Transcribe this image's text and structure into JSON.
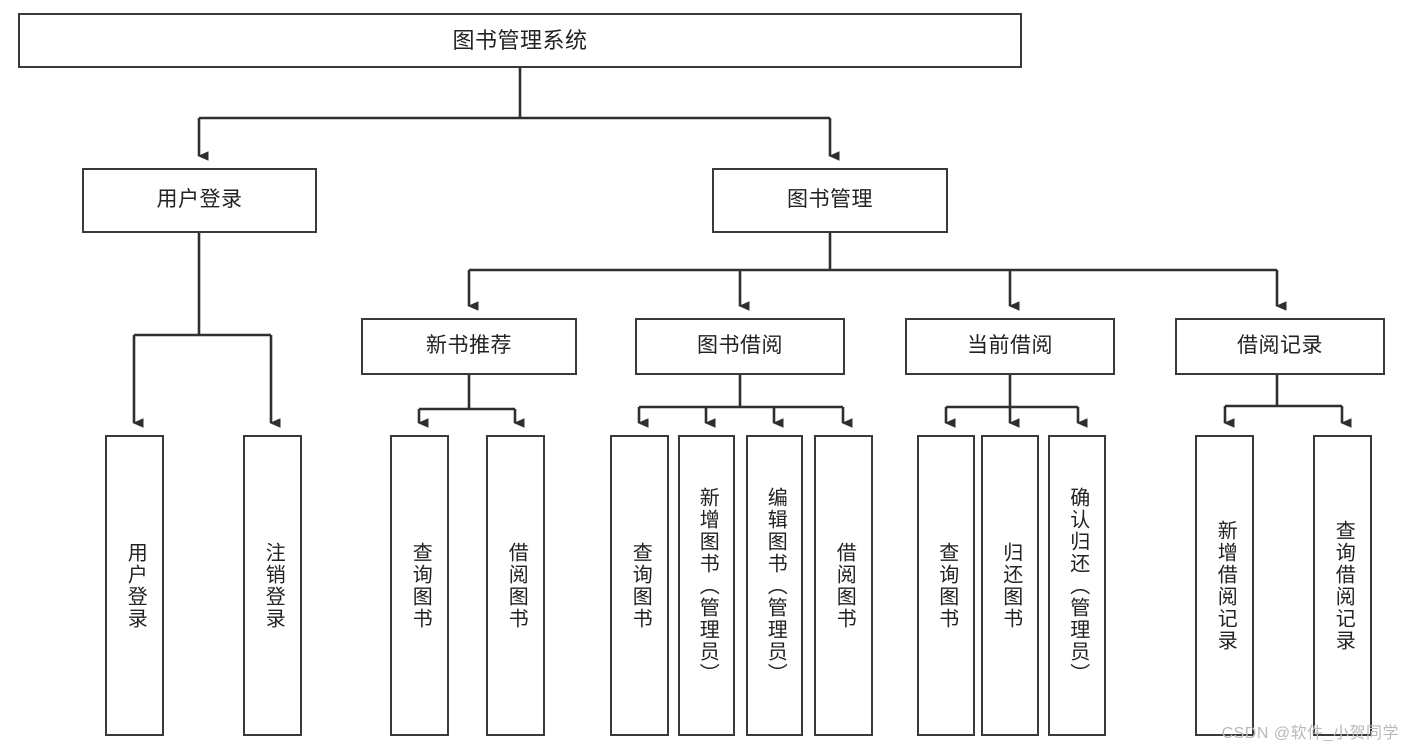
{
  "diagram": {
    "type": "tree-hierarchy-diagram",
    "root": {
      "id": "root",
      "label": "图书管理系统"
    },
    "level2": [
      {
        "id": "user-login",
        "label": "用户登录"
      },
      {
        "id": "book-management",
        "label": "图书管理"
      }
    ],
    "level3": [
      {
        "id": "new-book-recommend",
        "label": "新书推荐"
      },
      {
        "id": "book-borrow",
        "label": "图书借阅"
      },
      {
        "id": "current-borrow",
        "label": "当前借阅"
      },
      {
        "id": "borrow-record",
        "label": "借阅记录"
      }
    ],
    "leaves": {
      "user_login": [
        {
          "id": "leaf-user-login",
          "label": "用户登录"
        },
        {
          "id": "leaf-logout",
          "label": "注销登录"
        }
      ],
      "new_book_recommend": [
        {
          "id": "leaf-query-book-1",
          "label": "查询图书"
        },
        {
          "id": "leaf-borrow-book-1",
          "label": "借阅图书"
        }
      ],
      "book_borrow": [
        {
          "id": "leaf-query-book-2",
          "label": "查询图书"
        },
        {
          "id": "leaf-add-book",
          "label": "新增图书（管理员）"
        },
        {
          "id": "leaf-edit-book",
          "label": "编辑图书（管理员）"
        },
        {
          "id": "leaf-borrow-book-2",
          "label": "借阅图书"
        }
      ],
      "current_borrow": [
        {
          "id": "leaf-query-book-3",
          "label": "查询图书"
        },
        {
          "id": "leaf-return-book",
          "label": "归还图书"
        },
        {
          "id": "leaf-confirm-return",
          "label": "确认归还（管理员）"
        }
      ],
      "borrow_record": [
        {
          "id": "leaf-add-record",
          "label": "新增借阅记录"
        },
        {
          "id": "leaf-query-record",
          "label": "查询借阅记录"
        }
      ]
    }
  },
  "watermark": {
    "text": "CSDN @软件_小贺同学"
  },
  "colors": {
    "stroke": "#3a3a3a",
    "text": "#222222",
    "background": "#ffffff",
    "watermark": "#b9b9b9"
  }
}
